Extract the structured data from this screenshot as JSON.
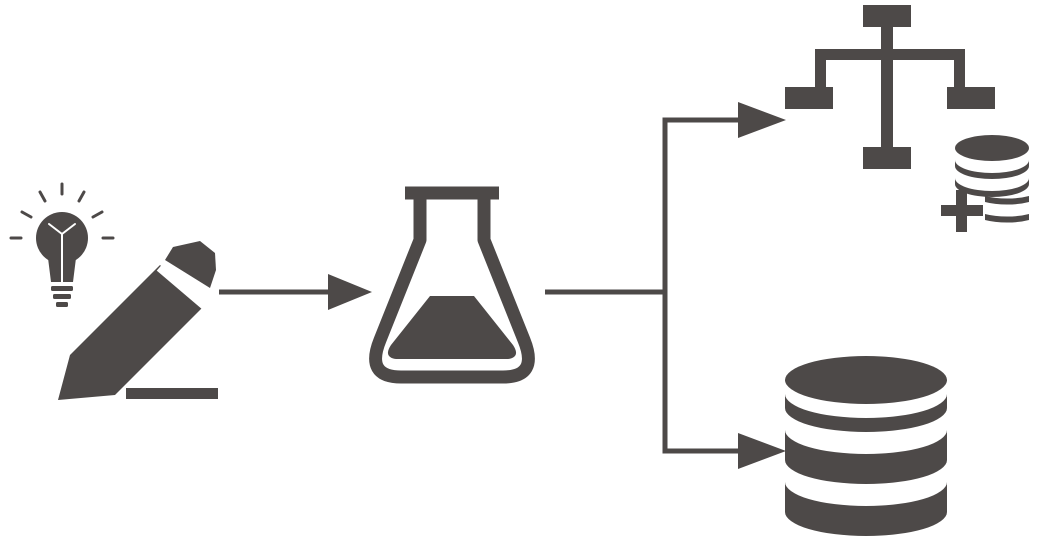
{
  "diagram": {
    "type": "flow",
    "nodes": [
      {
        "id": "idea",
        "icon": "lightbulb-pencil-icon"
      },
      {
        "id": "experiment",
        "icon": "flask-icon"
      },
      {
        "id": "hierarchy-add",
        "icon": "hierarchy-database-add-icon"
      },
      {
        "id": "database",
        "icon": "database-icon"
      }
    ],
    "edges": [
      {
        "from": "idea",
        "to": "experiment"
      },
      {
        "from": "experiment",
        "to": "hierarchy-add"
      },
      {
        "from": "experiment",
        "to": "database"
      }
    ]
  },
  "colors": {
    "icon": "#4d4948",
    "background": "#ffffff"
  }
}
